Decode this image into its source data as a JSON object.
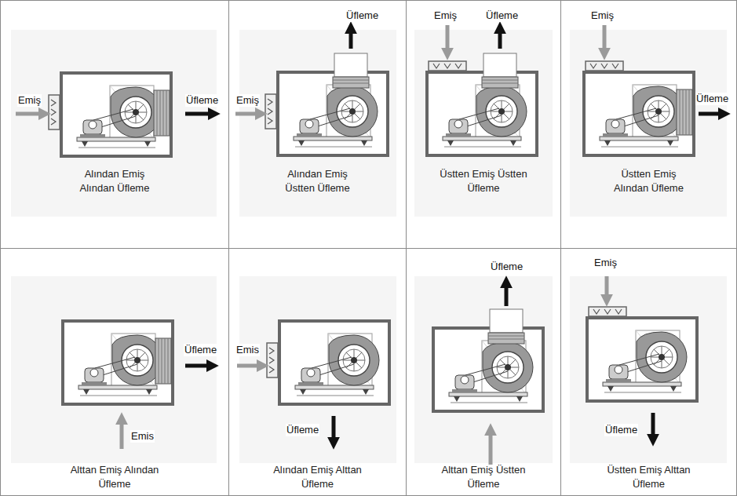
{
  "diagram": {
    "nodes": [
      {
        "text": [
          "Alından Emiş Alından Üfleme"
        ]
      },
      {
        "text": [
          "Alından Emiş Üstten Üfleme"
        ]
      },
      {
        "text": [
          "Üstten Emiş Üstten Üfleme"
        ]
      },
      {
        "text": [
          "Üstten Emiş Alından Üfleme"
        ]
      },
      {
        "text": [
          "Alttan Emiş Alından Üfleme"
        ]
      },
      {
        "text": [
          "Alından Emiş Alttan Üfleme"
        ]
      },
      {
        "text": [
          "Alttan Emiş Üstten Üfleme"
        ]
      },
      {
        "text": [
          "Üstten Emiş Alttan Üfleme"
        ]
      }
    ],
    "labels": [
      "Emiş",
      "Üfleme",
      "Üfleme",
      "Emiş",
      "Emiş",
      "Üfleme",
      "Emiş",
      "Üfleme",
      "Üfleme",
      "Emis",
      "Emis",
      "Üfleme",
      "Üfleme",
      "Emiş",
      "Üfleme"
    ]
  }
}
